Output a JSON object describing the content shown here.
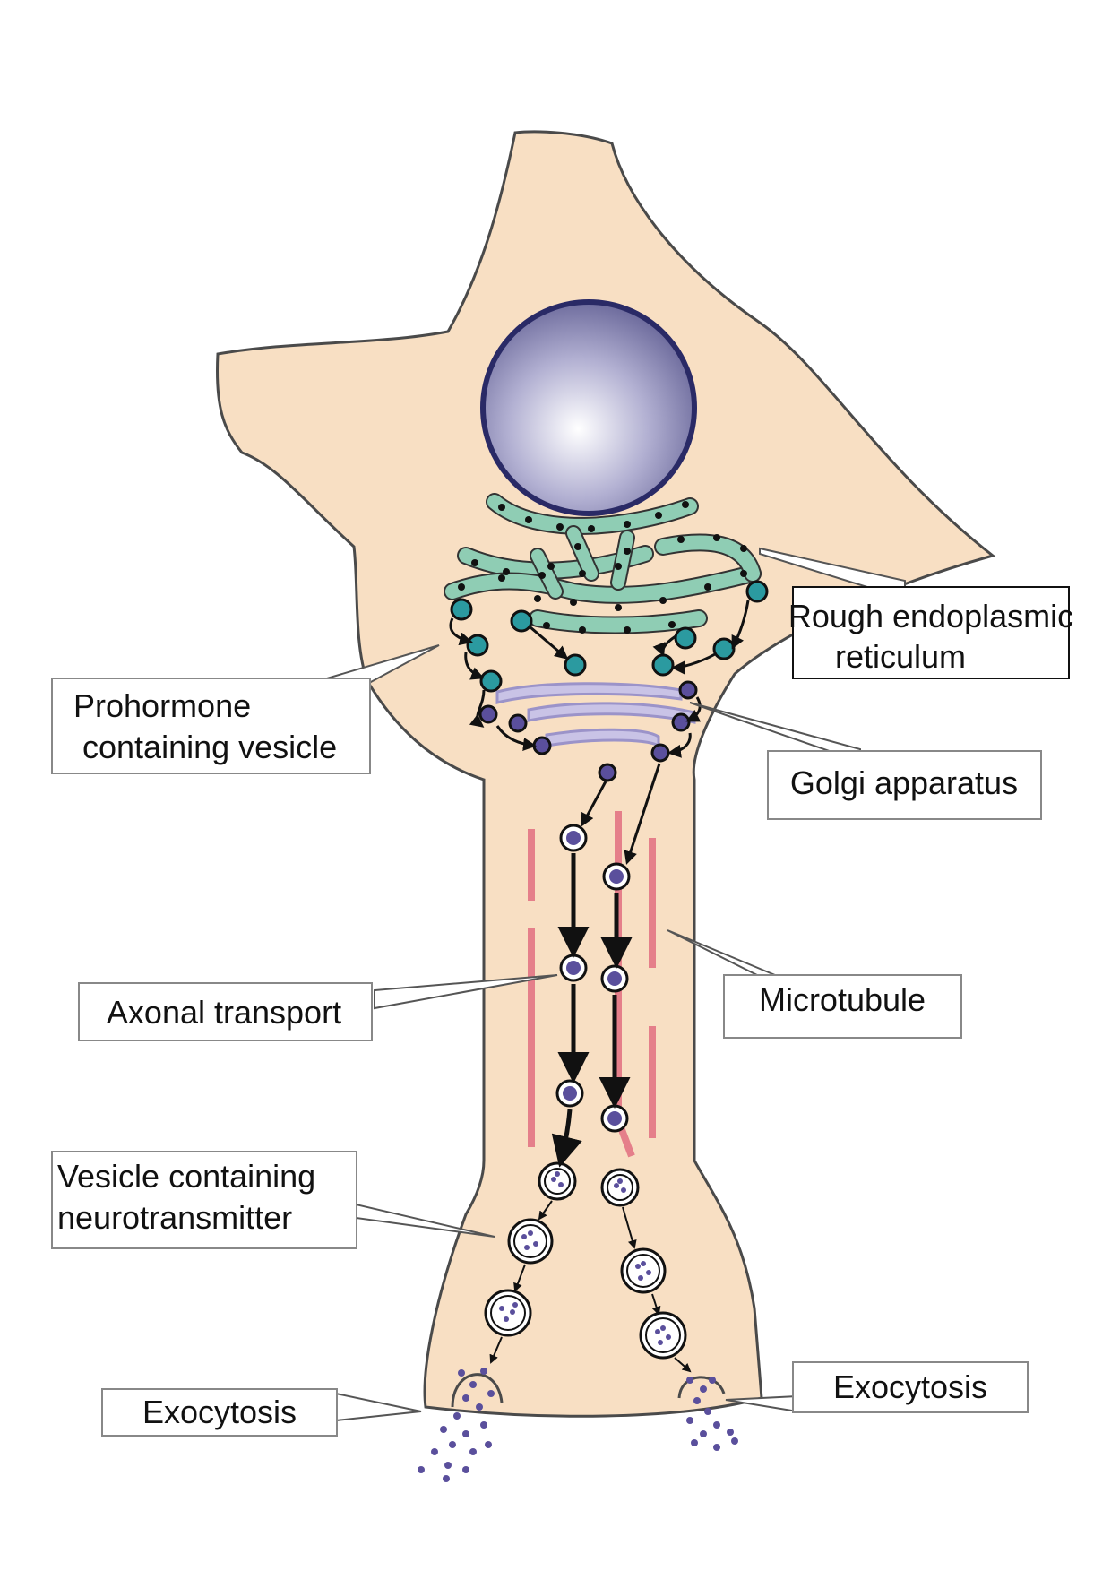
{
  "labels": {
    "rer_line1": "Rough endoplasmic",
    "rer_line2": "reticulum",
    "prohormone_line1": "Prohormone",
    "prohormone_line2": "containing vesicle",
    "golgi": "Golgi apparatus",
    "axonal": "Axonal transport",
    "microtubule": "Microtubule",
    "vesicle_nt_line1": "Vesicle containing",
    "vesicle_nt_line2": "neurotransmitter",
    "exocytosis_left": "Exocytosis",
    "exocytosis_right": "Exocytosis"
  },
  "colors": {
    "cytoplasm": "#f8dfc3",
    "cell_outline": "#4a4a4a",
    "nucleus_light": "#ffffff",
    "nucleus_dark": "#6f6d9e",
    "nucleus_outline": "#2a2a66",
    "rer_fill": "#8fcdb4",
    "ribosome": "#111111",
    "teal_vesicle": "#2b9aa0",
    "golgi_fill": "#c9c3e6",
    "golgi_outline": "#9b93c9",
    "purple_vesicle": "#5a4f9c",
    "microtubule": "#e57f8a",
    "label_box_border": "#888888"
  }
}
